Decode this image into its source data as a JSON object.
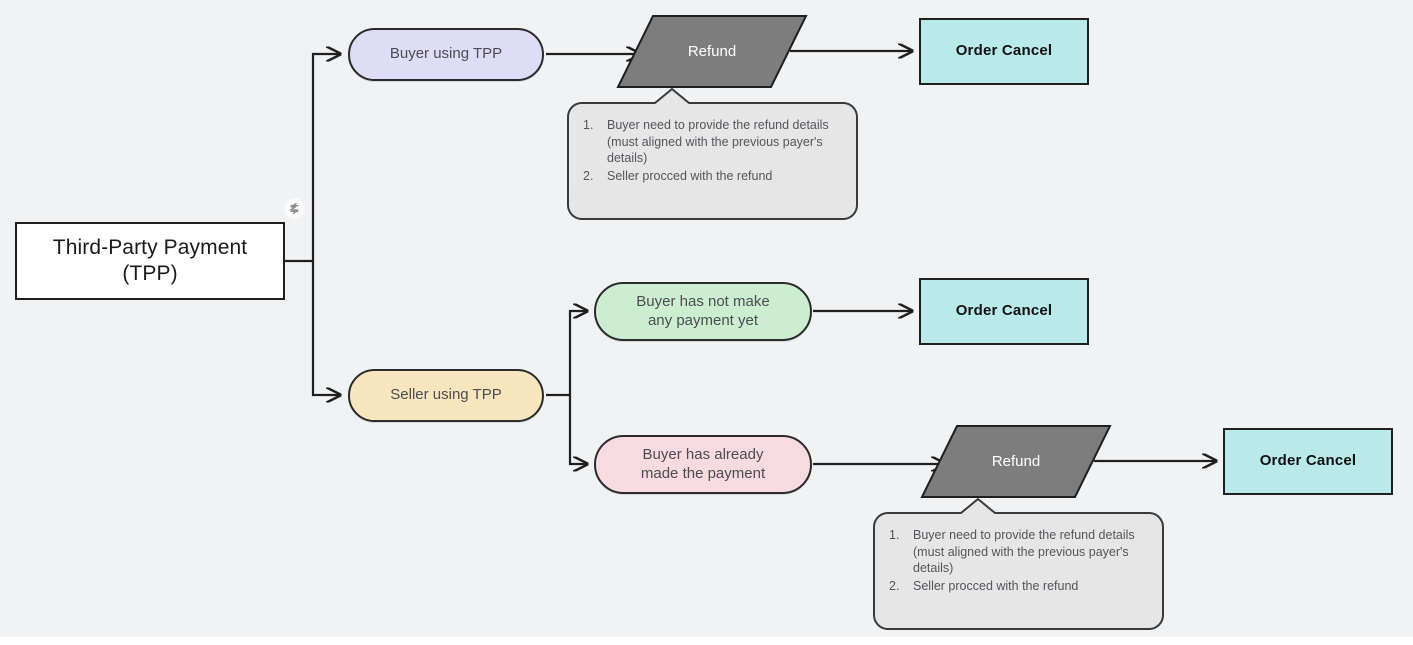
{
  "diagram": {
    "background_color": "#f1f2f4",
    "root": {
      "label": "Third-Party Payment\n(TPP)"
    },
    "branches": {
      "buyer": {
        "label": "Buyer using TPP",
        "color": "#dedcf6"
      },
      "seller": {
        "label": "Seller using TPP",
        "color": "#f7e6bd"
      },
      "not_paid": {
        "label": "Buyer has not make\nany payment yet",
        "color": "#cdedd1"
      },
      "already_paid": {
        "label": "Buyer has already\nmade the payment",
        "color": "#f8dbe1"
      }
    },
    "refund_top": {
      "label": "Refund",
      "color": "#7d7d7d"
    },
    "refund_bottom": {
      "label": "Refund",
      "color": "#7d7d7d"
    },
    "order_cancel_1": {
      "label": "Order Cancel",
      "color": "#b9e9e9"
    },
    "order_cancel_2": {
      "label": "Order Cancel",
      "color": "#b9e9e9"
    },
    "order_cancel_3": {
      "label": "Order Cancel",
      "color": "#b9e9e9"
    },
    "note_top": {
      "items": [
        {
          "num": "1.",
          "text": "Buyer need to provide the refund details (must aligned with the previous payer's details)"
        },
        {
          "num": "2.",
          "text": "Seller procced with the refund"
        }
      ]
    },
    "note_bottom": {
      "items": [
        {
          "num": "1.",
          "text": "Buyer need to provide the refund details (must aligned with the previous payer's details)"
        },
        {
          "num": "2.",
          "text": "Seller procced with the refund"
        }
      ]
    },
    "connector_badge": {
      "icon": "zigzag-connector-icon"
    }
  }
}
